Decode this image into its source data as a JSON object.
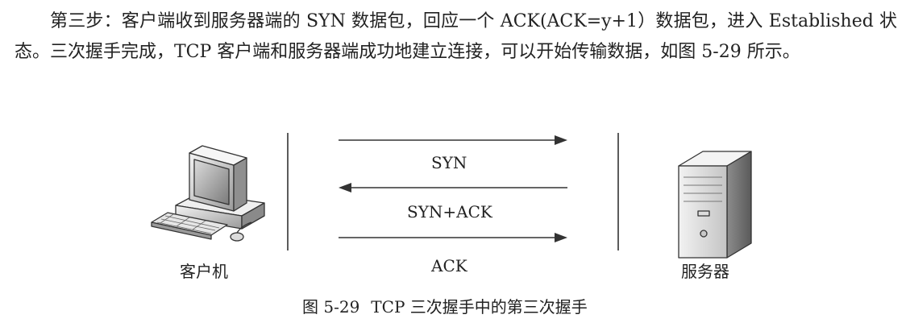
{
  "paragraph": "第三步：客户端收到服务器端的 SYN 数据包，回应一个 ACK(ACK=y+1）数据包，进入 Established 状态。三次握手完成，TCP 客户端和服务器端成功地建立连接，可以开始传输数据，如图 5-29 所示。",
  "figure": {
    "client_label": "客户机",
    "server_label": "服务器",
    "arrows": [
      {
        "label": "SYN",
        "direction": "right"
      },
      {
        "label": "SYN+ACK",
        "direction": "left"
      },
      {
        "label": "ACK",
        "direction": "right"
      }
    ],
    "caption_number": "图 5-29",
    "caption_text": "TCP 三次握手中的第三次握手"
  },
  "colors": {
    "text": "#222222",
    "line": "#333333"
  },
  "icons": {
    "client": "desktop-computer-icon",
    "server": "server-tower-icon"
  }
}
